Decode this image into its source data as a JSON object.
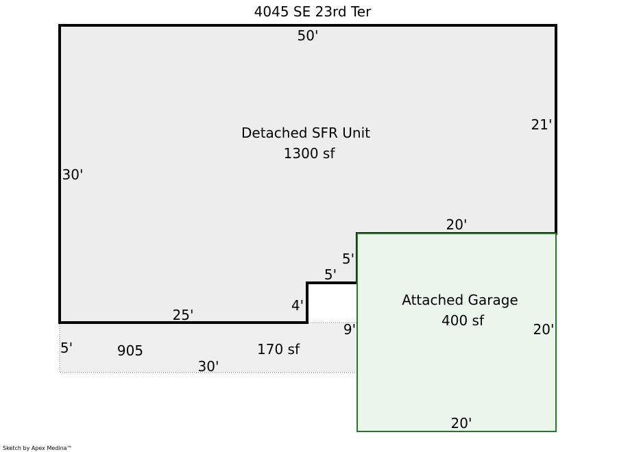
{
  "title": "4045 SE 23rd Ter",
  "credit": "Sketch by Apex Medina™",
  "colors": {
    "main_fill": "#ededed",
    "main_stroke": "#000000",
    "garage_fill": "#ebf5eb",
    "garage_stroke": "#1e7b1e",
    "patio_fill": "#efefef",
    "patio_stroke": "#7a7a7a"
  },
  "areas": {
    "main": {
      "name": "Detached SFR Unit",
      "area": "1300 sf"
    },
    "garage": {
      "name": "Attached Garage",
      "area": "400 sf"
    },
    "patio": {
      "code": "905",
      "area": "170 sf"
    }
  },
  "dimensions": {
    "main_top": "50'",
    "main_right": "21'",
    "main_left": "30'",
    "main_bottom": "25'",
    "step_vertical": "4'",
    "step_horizontal": "5'",
    "garage_notch": "5'",
    "garage_top": "20'",
    "garage_right": "20'",
    "garage_bottom": "20'",
    "garage_left": "9'",
    "patio_left": "5'",
    "patio_bottom": "30'"
  }
}
